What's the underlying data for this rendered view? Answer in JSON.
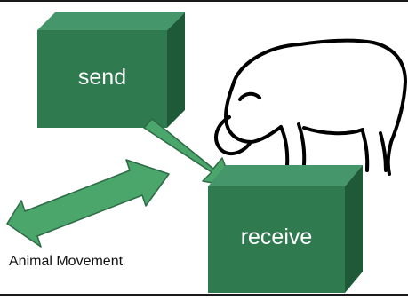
{
  "diagram": {
    "boxes": {
      "send": {
        "label": "send"
      },
      "receive": {
        "label": "receive"
      }
    },
    "caption": "Animal Movement",
    "colors": {
      "box_front": "#2f7a4f",
      "box_top": "#45966a",
      "box_side": "#1e5a37",
      "arrow_fill": "#4aa66b",
      "arrow_stroke": "#2d6a45",
      "label_text": "#ffffff",
      "caption_text": "#111111",
      "sketch_line": "#000000"
    },
    "icons": {
      "animal": "sheep-sketch-icon",
      "arrow_send": "arrow-down-right-icon",
      "arrow_movement": "double-headed-arrow-icon"
    }
  }
}
